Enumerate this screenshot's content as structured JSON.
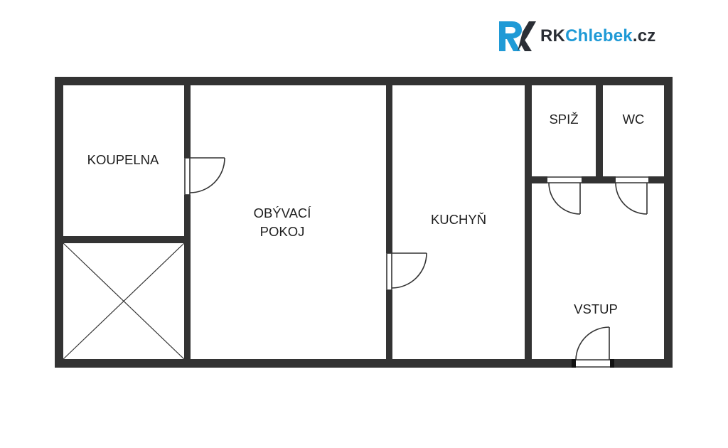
{
  "brand": {
    "logo_icon": "rk-logo-mark",
    "name_prefix": "RK",
    "name_main": "Chlebek",
    "name_suffix": ".cz",
    "color_dark": "#2a2e35",
    "color_accent": "#1f9ad6"
  },
  "plan": {
    "wall_color": "#333333",
    "rooms": {
      "koupelna": "KOUPELNA",
      "obyvaci_line1": "OBÝVACÍ",
      "obyvaci_line2": "POKOJ",
      "kuchyn": "KUCHYŇ",
      "spiz": "SPIŽ",
      "wc": "WC",
      "vstup": "VSTUP"
    }
  }
}
